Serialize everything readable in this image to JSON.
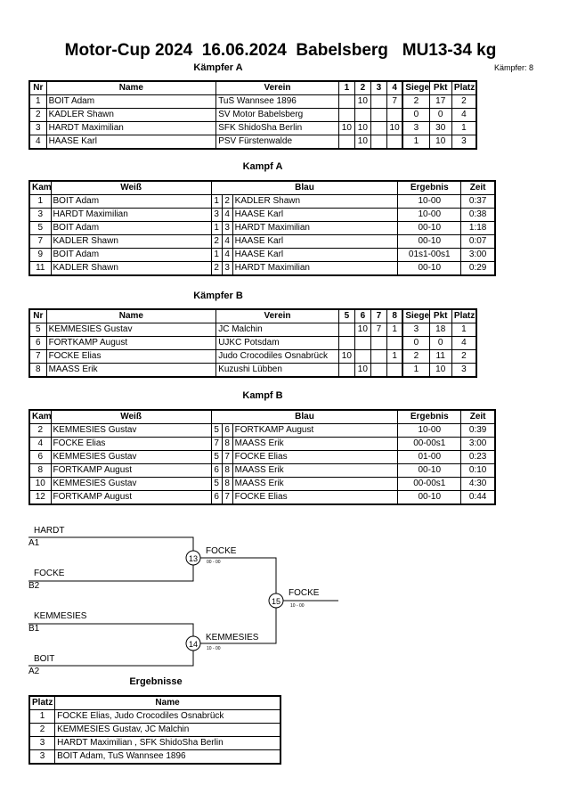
{
  "header": {
    "title": "Motor-Cup 2024  16.06.2024  Babelsberg   MU13-34 kg",
    "count": "Kämpfer: 8"
  },
  "pool_a": {
    "heading": "Kämpfer A",
    "cols": {
      "nr": "Nr",
      "name": "Name",
      "verein": "Verein",
      "c1": "1",
      "c2": "2",
      "c3": "3",
      "c4": "4",
      "siege": "Siege",
      "pkt": "Pkt",
      "platz": "Platz"
    },
    "rows": [
      {
        "nr": "1",
        "name": "BOIT Adam",
        "verein": "TuS Wannsee 1896",
        "r": [
          "",
          "10",
          "",
          "7"
        ],
        "siege": "2",
        "pkt": "17",
        "platz": "2"
      },
      {
        "nr": "2",
        "name": "KADLER Shawn",
        "verein": "SV Motor Babelsberg",
        "r": [
          "",
          "",
          "",
          ""
        ],
        "siege": "0",
        "pkt": "0",
        "platz": "4"
      },
      {
        "nr": "3",
        "name": "HARDT  Maximilian",
        "verein": "SFK ShidoSha Berlin",
        "r": [
          "10",
          "10",
          "",
          "10"
        ],
        "siege": "3",
        "pkt": "30",
        "platz": "1"
      },
      {
        "nr": "4",
        "name": "HAASE Karl",
        "verein": "PSV Fürstenwalde",
        "r": [
          "",
          "10",
          "",
          ""
        ],
        "siege": "1",
        "pkt": "10",
        "platz": "3"
      }
    ]
  },
  "fights_a": {
    "heading": "Kampf A",
    "cols": {
      "kampf": "Kampf",
      "weiss": "Weiß",
      "blau": "Blau",
      "ergebnis": "Ergebnis",
      "zeit": "Zeit"
    },
    "rows": [
      {
        "k": "1",
        "w": "BOIT Adam",
        "wn": "1",
        "bn": "2",
        "b": "KADLER Shawn",
        "e": "10-00",
        "z": "0:37"
      },
      {
        "k": "3",
        "w": "HARDT  Maximilian",
        "wn": "3",
        "bn": "4",
        "b": "HAASE Karl",
        "e": "10-00",
        "z": "0:38"
      },
      {
        "k": "5",
        "w": "BOIT Adam",
        "wn": "1",
        "bn": "3",
        "b": "HARDT  Maximilian",
        "e": "00-10",
        "z": "1:18"
      },
      {
        "k": "7",
        "w": "KADLER Shawn",
        "wn": "2",
        "bn": "4",
        "b": "HAASE Karl",
        "e": "00-10",
        "z": "0:07"
      },
      {
        "k": "9",
        "w": "BOIT Adam",
        "wn": "1",
        "bn": "4",
        "b": "HAASE Karl",
        "e": "01s1-00s1",
        "z": "3:00"
      },
      {
        "k": "11",
        "w": "KADLER Shawn",
        "wn": "2",
        "bn": "3",
        "b": "HARDT  Maximilian",
        "e": "00-10",
        "z": "0:29"
      }
    ]
  },
  "pool_b": {
    "heading": "Kämpfer B",
    "cols": {
      "nr": "Nr",
      "name": "Name",
      "verein": "Verein",
      "c1": "5",
      "c2": "6",
      "c3": "7",
      "c4": "8",
      "siege": "Siege",
      "pkt": "Pkt",
      "platz": "Platz"
    },
    "rows": [
      {
        "nr": "5",
        "name": "KEMMESIES Gustav",
        "verein": "JC Malchin",
        "r": [
          "",
          "10",
          "7",
          "1"
        ],
        "siege": "3",
        "pkt": "18",
        "platz": "1"
      },
      {
        "nr": "6",
        "name": "FORTKAMP August",
        "verein": "UJKC Potsdam",
        "r": [
          "",
          "",
          "",
          ""
        ],
        "siege": "0",
        "pkt": "0",
        "platz": "4"
      },
      {
        "nr": "7",
        "name": "FOCKE Elias",
        "verein": "Judo Crocodiles Osnabrück",
        "r": [
          "10",
          "",
          "",
          "1"
        ],
        "siege": "2",
        "pkt": "11",
        "platz": "2"
      },
      {
        "nr": "8",
        "name": "MAASS Erik",
        "verein": "Kuzushi Lübben",
        "r": [
          "",
          "10",
          "",
          ""
        ],
        "siege": "1",
        "pkt": "10",
        "platz": "3"
      }
    ]
  },
  "fights_b": {
    "heading": "Kampf B",
    "cols": {
      "kampf": "Kampf",
      "weiss": "Weiß",
      "blau": "Blau",
      "ergebnis": "Ergebnis",
      "zeit": "Zeit"
    },
    "rows": [
      {
        "k": "2",
        "w": "KEMMESIES Gustav",
        "wn": "5",
        "bn": "6",
        "b": "FORTKAMP August",
        "e": "10-00",
        "z": "0:39"
      },
      {
        "k": "4",
        "w": "FOCKE Elias",
        "wn": "7",
        "bn": "8",
        "b": "MAASS Erik",
        "e": "00-00s1",
        "z": "3:00"
      },
      {
        "k": "6",
        "w": "KEMMESIES Gustav",
        "wn": "5",
        "bn": "7",
        "b": "FOCKE Elias",
        "e": "01-00",
        "z": "0:23"
      },
      {
        "k": "8",
        "w": "FORTKAMP August",
        "wn": "6",
        "bn": "8",
        "b": "MAASS Erik",
        "e": "00-10",
        "z": "0:10"
      },
      {
        "k": "10",
        "w": "KEMMESIES Gustav",
        "wn": "5",
        "bn": "8",
        "b": "MAASS Erik",
        "e": "00-00s1",
        "z": "4:30"
      },
      {
        "k": "12",
        "w": "FORTKAMP August",
        "wn": "6",
        "bn": "7",
        "b": "FOCKE Elias",
        "e": "00-10",
        "z": "0:44"
      }
    ]
  },
  "bracket": {
    "a1_name": "HARDT",
    "a1_label": "A1",
    "b2_name": "FOCKE",
    "b2_label": "B2",
    "b1_name": "KEMMESIES",
    "b1_label": "B1",
    "a2_name": "BOIT",
    "a2_label": "A2",
    "f13": "13",
    "f13_winner": "FOCKE",
    "f13_score": "00 - 00",
    "f14": "14",
    "f14_winner": "KEMMESIES",
    "f14_score": "10 - 00",
    "f15": "15",
    "f15_winner": "FOCKE",
    "f15_score": "10 - 00"
  },
  "results": {
    "heading": "Ergebnisse",
    "cols": {
      "platz": "Platz",
      "name": "Name"
    },
    "rows": [
      {
        "p": "1",
        "n": "FOCKE Elias, Judo Crocodiles Osnabrück"
      },
      {
        "p": "2",
        "n": "KEMMESIES Gustav, JC Malchin"
      },
      {
        "p": "3",
        "n": "HARDT  Maximilian , SFK ShidoSha Berlin"
      },
      {
        "p": "3",
        "n": "BOIT Adam, TuS Wannsee 1896"
      }
    ]
  }
}
